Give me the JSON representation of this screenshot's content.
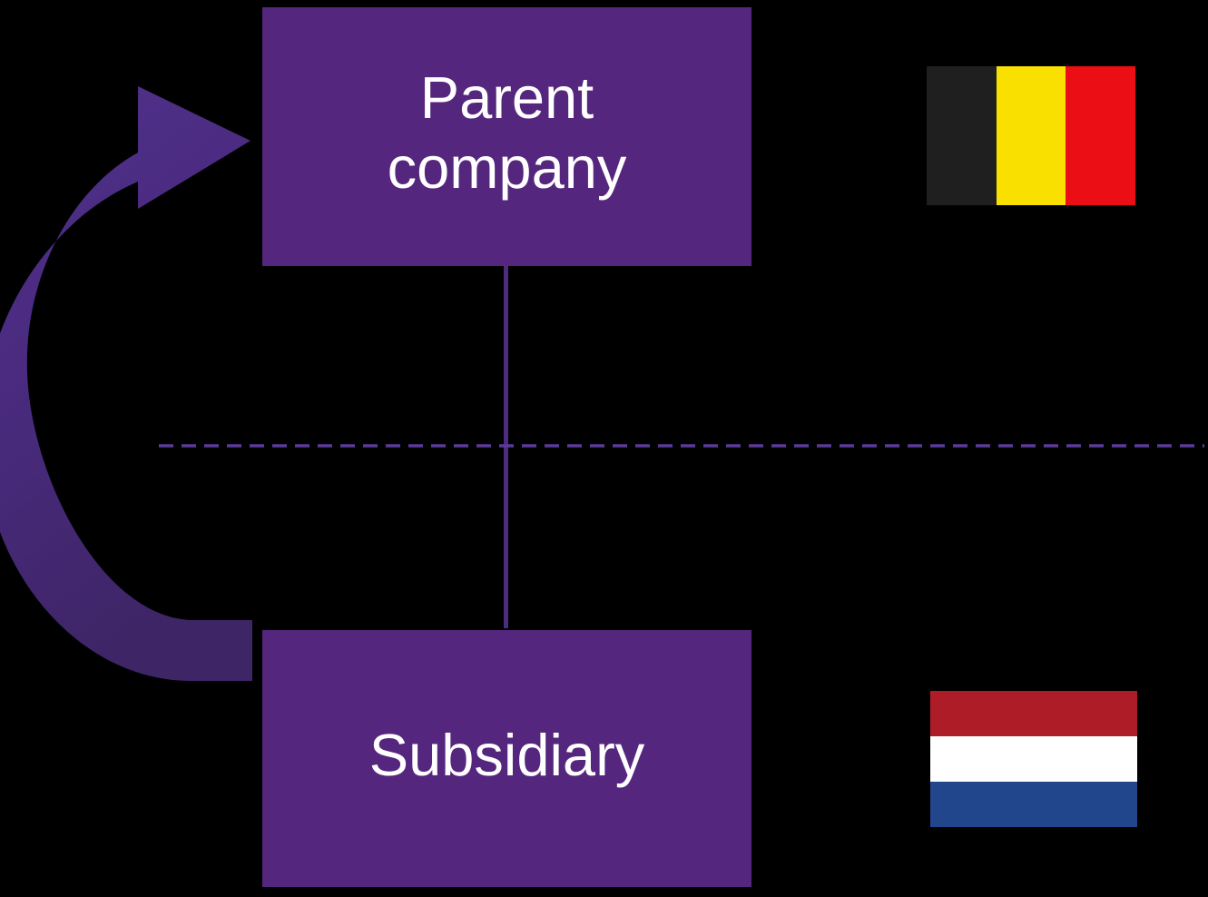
{
  "diagram": {
    "type": "organizational-structure",
    "background_color": "#000000",
    "nodes": [
      {
        "id": "parent",
        "label": "Parent\ncompany",
        "fill": "#55267E",
        "text_color": "#FFFFFF",
        "jurisdiction": "Belgium"
      },
      {
        "id": "subsidiary",
        "label": "Subsidiary",
        "fill": "#55267E",
        "text_color": "#FFFFFF",
        "jurisdiction": "Netherlands"
      }
    ],
    "connector": {
      "name": "ownership-line",
      "color": "#4B2C7F",
      "style": "solid"
    },
    "border_line": {
      "name": "cross-border-divider",
      "color": "#5B3A9B",
      "style": "dashed"
    },
    "arrow": {
      "name": "upstream-flow-arrow",
      "color": "#4B2C7F",
      "direction": "subsidiary-to-parent"
    }
  },
  "flags": {
    "belgium": {
      "name": "Belgium",
      "orientation": "vertical",
      "bands": [
        "#1F1F1F",
        "#FAE000",
        "#EC0E15"
      ]
    },
    "netherlands": {
      "name": "Netherlands",
      "orientation": "horizontal",
      "bands": [
        "#AE1C28",
        "#FFFFFF",
        "#21468B"
      ]
    }
  }
}
